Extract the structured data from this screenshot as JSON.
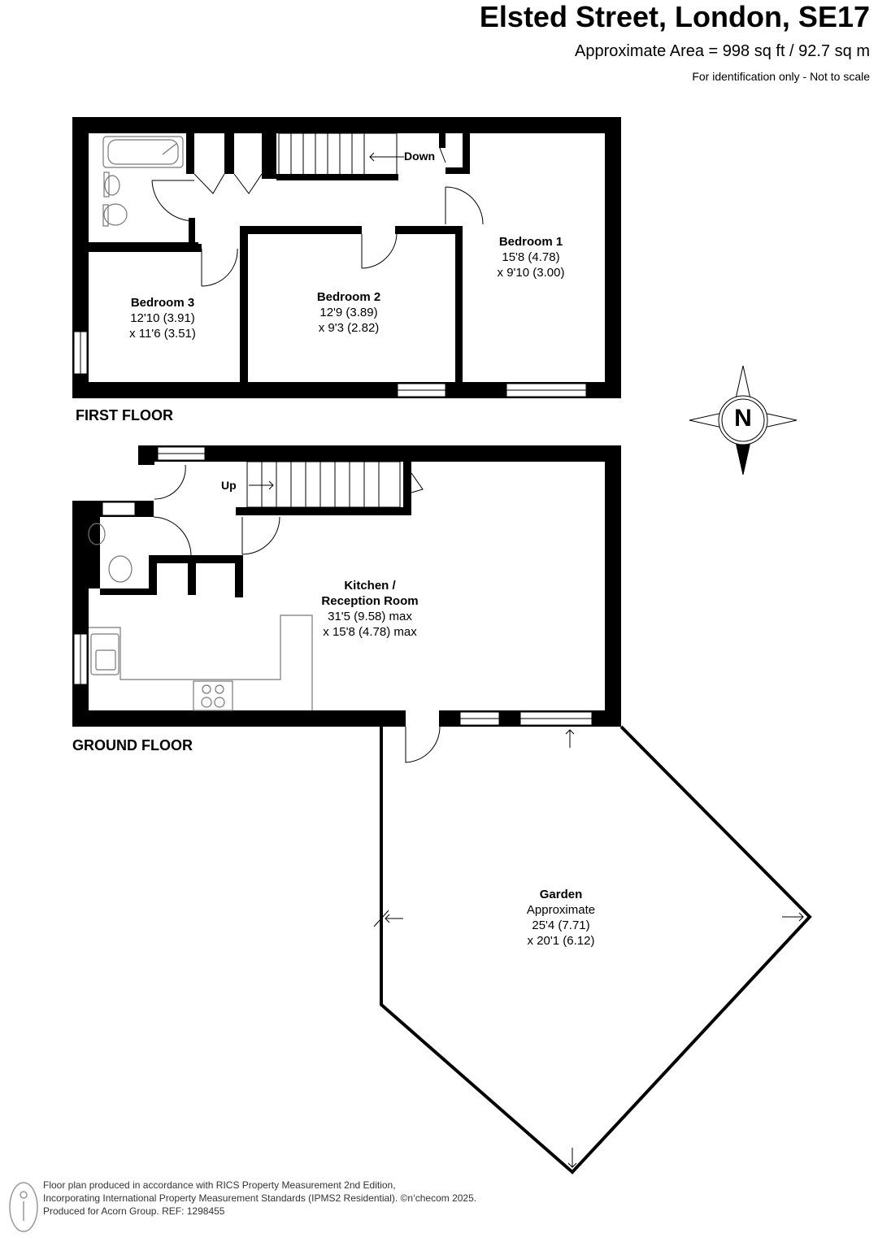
{
  "header": {
    "title": "Elsted Street, London, SE17",
    "area": "Approximate Area = 998 sq ft / 92.7 sq m",
    "note": "For identification only - Not to scale"
  },
  "floors": {
    "first": {
      "label": "FIRST FLOOR",
      "stairs_label": "Down",
      "rooms": [
        {
          "name": "Bedroom 1",
          "dim1": "15'8 (4.78)",
          "dim2": "x 9'10 (3.00)"
        },
        {
          "name": "Bedroom 2",
          "dim1": "12'9 (3.89)",
          "dim2": "x 9'3 (2.82)"
        },
        {
          "name": "Bedroom 3",
          "dim1": "12'10 (3.91)",
          "dim2": "x 11'6 (3.51)"
        }
      ]
    },
    "ground": {
      "label": "GROUND FLOOR",
      "stairs_label": "Up",
      "rooms": [
        {
          "name": "Kitchen /",
          "name2": "Reception Room",
          "dim1": "31'5 (9.58) max",
          "dim2": "x 15'8 (4.78) max"
        }
      ]
    }
  },
  "garden": {
    "name": "Garden",
    "qualifier": "Approximate",
    "dim1": "25'4 (7.71)",
    "dim2": "x 20'1 (6.12)"
  },
  "compass": {
    "direction": "N"
  },
  "footer": {
    "line1": "Floor plan produced in accordance with RICS Property Measurement 2nd Edition,",
    "line2": "Incorporating International Property Measurement Standards (IPMS2 Residential).  ©n‘checom 2025.",
    "line3": "Produced for Acorn Group.   REF:  1298455"
  },
  "colors": {
    "wall": "#000000",
    "background": "#ffffff",
    "fixture": "#777777"
  }
}
